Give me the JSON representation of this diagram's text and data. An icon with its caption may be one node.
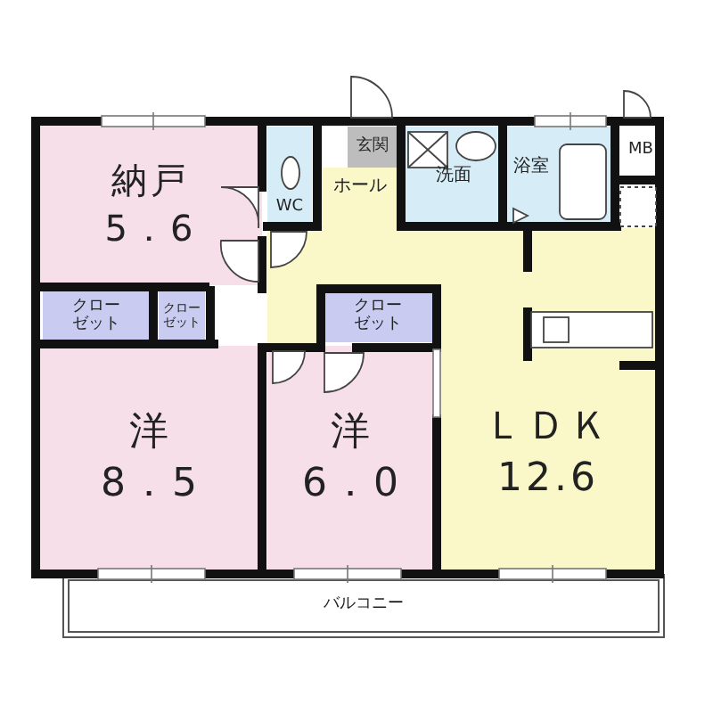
{
  "diagram": {
    "nodes": [
      {
        "text": [
          "納戸",
          "5．6"
        ]
      },
      {
        "text": [
          "WC"
        ]
      },
      {
        "text": [
          "玄関"
        ]
      },
      {
        "text": [
          "ホール"
        ]
      },
      {
        "text": [
          "洗面"
        ]
      },
      {
        "text": [
          "浴室"
        ]
      },
      {
        "text": [
          "MB"
        ]
      },
      {
        "text": [
          "クローゼット"
        ]
      },
      {
        "text": [
          "クローゼット"
        ]
      },
      {
        "text": [
          "クローゼット"
        ]
      },
      {
        "text": [
          "洋",
          "8．5"
        ]
      },
      {
        "text": [
          "洋",
          "6．0"
        ]
      },
      {
        "text": [
          "ＬＤＫ",
          "12.6"
        ]
      },
      {
        "text": [
          "バルコニー"
        ]
      }
    ]
  }
}
